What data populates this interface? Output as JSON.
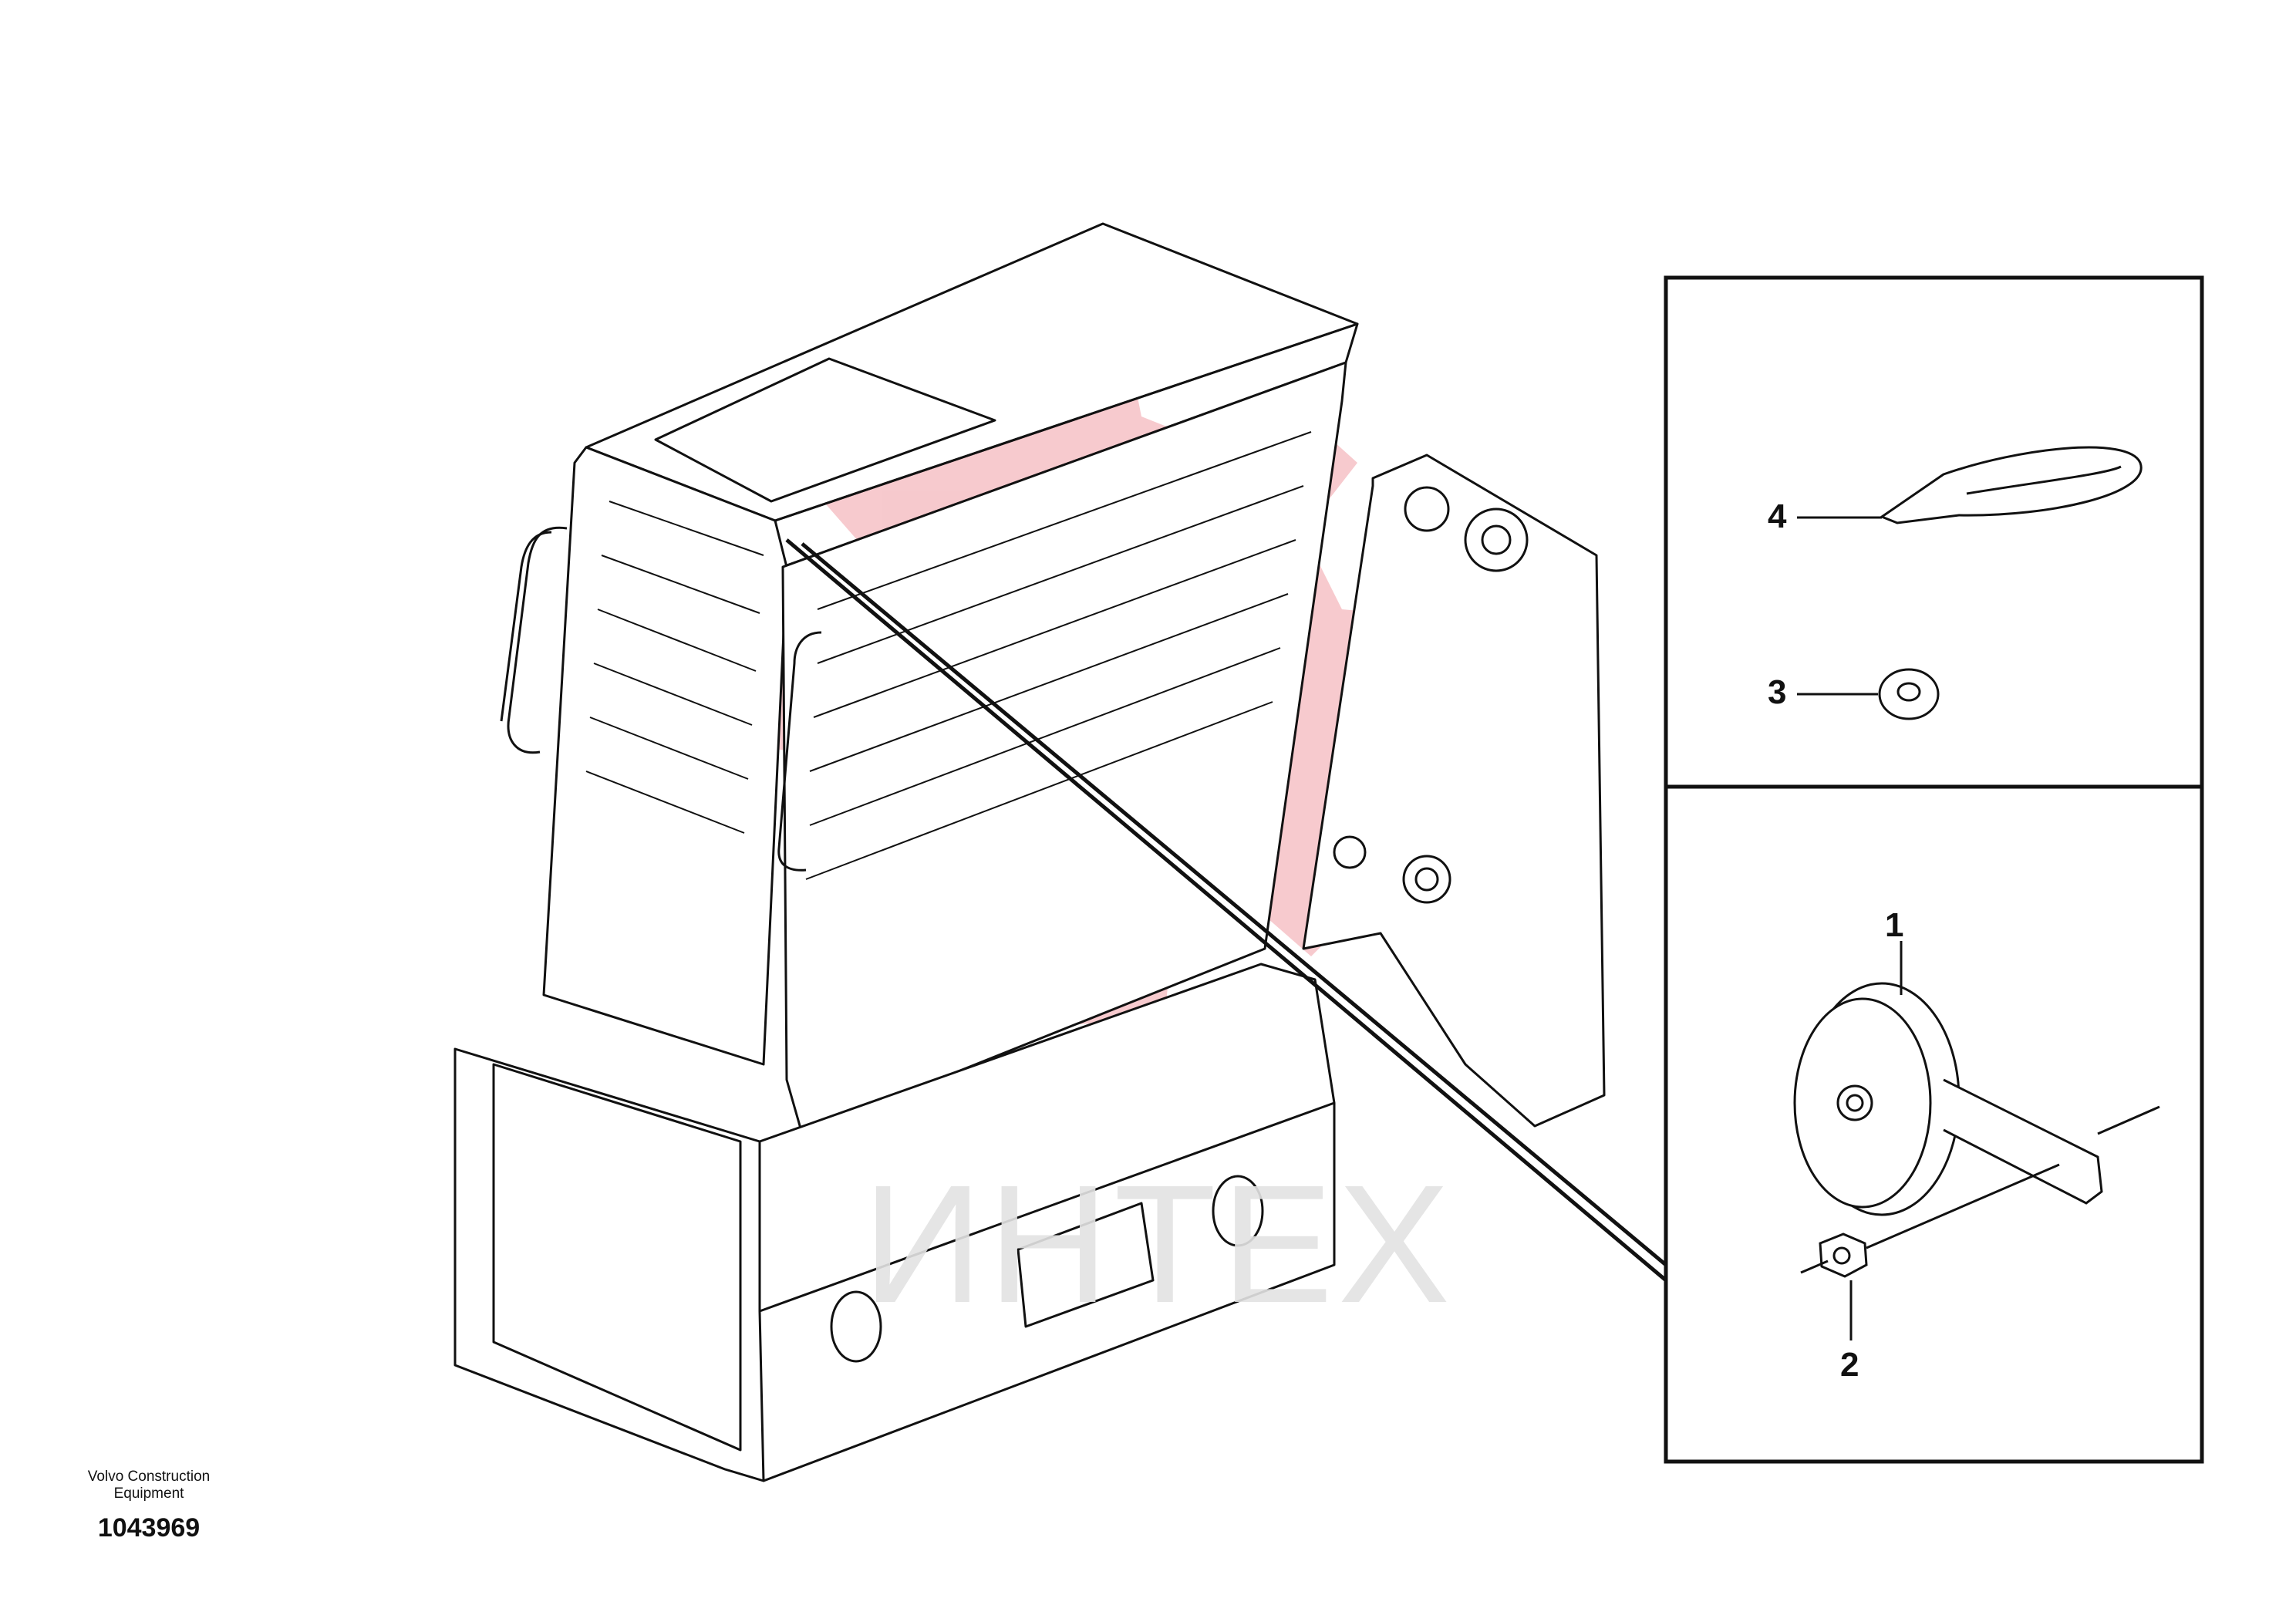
{
  "callouts": {
    "part1": "1",
    "part2": "2",
    "part3": "3",
    "part4": "4"
  },
  "footer": {
    "publisher_line1": "Volvo Construction",
    "publisher_line2": "Equipment",
    "document_number": "1043969"
  },
  "watermark": {
    "text": "ИНТЕХ",
    "gear_color": "#f4b8bd",
    "text_color": "#e3e3e3"
  },
  "colors": {
    "line": "#111111",
    "background": "#ffffff"
  },
  "icons": [
    "cable-tie-icon",
    "washer-icon",
    "horn-icon",
    "nut-icon",
    "gear-icon"
  ]
}
